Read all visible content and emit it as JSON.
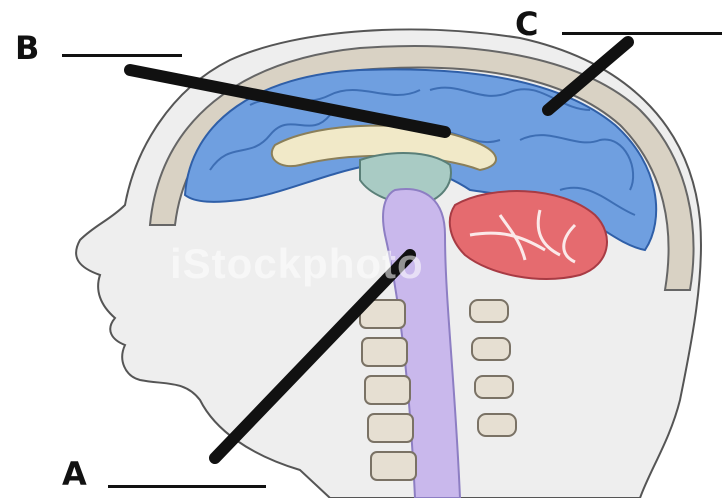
{
  "labels": {
    "a": "A",
    "b": "B",
    "c": "C"
  },
  "watermark": "iStockphoto",
  "colors": {
    "cerebrum": "#6f9fe0",
    "cerebellum": "#e56b6f",
    "brainstem": "#c9b8ec",
    "skin": "#f2f2f2",
    "arrow": "#111111"
  }
}
